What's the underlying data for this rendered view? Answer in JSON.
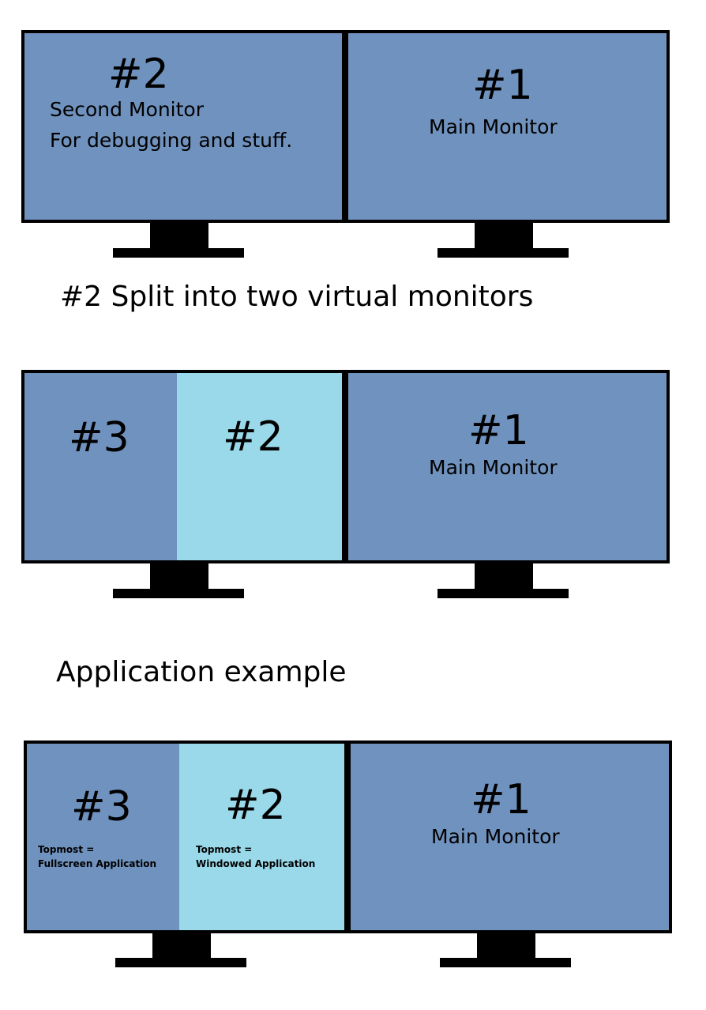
{
  "colors": {
    "screen": "#7092be",
    "highlight": "#99d9ea",
    "frame": "#000000",
    "background": "#ffffff"
  },
  "section1": {
    "left": {
      "number": "#2",
      "line1": "Second Monitor",
      "line2": "For debugging and stuff."
    },
    "right": {
      "number": "#1",
      "label": "Main Monitor"
    }
  },
  "heading2": "#2 Split into two virtual monitors",
  "section2": {
    "left_a": {
      "number": "#3"
    },
    "left_b": {
      "number": "#2"
    },
    "right": {
      "number": "#1",
      "label": "Main Monitor"
    }
  },
  "heading3": "Application example",
  "section3": {
    "left_a": {
      "number": "#3",
      "line1": "Topmost =",
      "line2": "Fullscreen Application"
    },
    "left_b": {
      "number": "#2",
      "line1": "Topmost =",
      "line2": "Windowed Application"
    },
    "right": {
      "number": "#1",
      "label": "Main Monitor"
    }
  }
}
